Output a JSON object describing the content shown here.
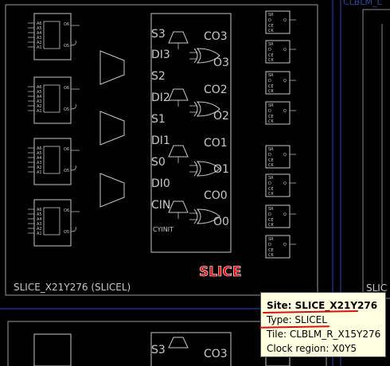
{
  "slice_top": {
    "name_label": "SLICE_X21Y276 (SLICEL)",
    "carry_left_labels": [
      "S3",
      "DI3",
      "S2",
      "DI2",
      "S1",
      "DI1",
      "S0",
      "DI0",
      "CIN"
    ],
    "carry_right_labels": [
      "CO3",
      "O3",
      "CO2",
      "O2",
      "CO1",
      "O1",
      "CO0",
      "O0"
    ],
    "cyinit_label": "CYINIT"
  },
  "lut_pin_labels": [
    "A6",
    "A5",
    "A4",
    "A3",
    "A2",
    "A1"
  ],
  "lut_out_labels": [
    "O6",
    "O5"
  ],
  "ff_pin_labels": [
    "D",
    "CE",
    "CK",
    "SR",
    "Q"
  ],
  "right_tile_label_top": "CLBLM_L",
  "right_tile_label_mid": "SLIC",
  "slice_bottom": {
    "carry_labels": [
      "S3",
      "CO3"
    ]
  },
  "annotation_label": "SLICE",
  "tooltip": {
    "site": "Site: SLICE_X21Y276",
    "type": "Type: SLICEL",
    "tile": "Tile: CLBLM_R_X15Y276",
    "clock_region": "Clock region: X0Y5"
  },
  "colors": {
    "background": "#000000",
    "schematic": "#c8c8c8",
    "frame": "#9a9a9a",
    "tile_border": "#1e2e8c",
    "annotation": "#e01010",
    "tooltip_bg": "#ffffe1"
  }
}
